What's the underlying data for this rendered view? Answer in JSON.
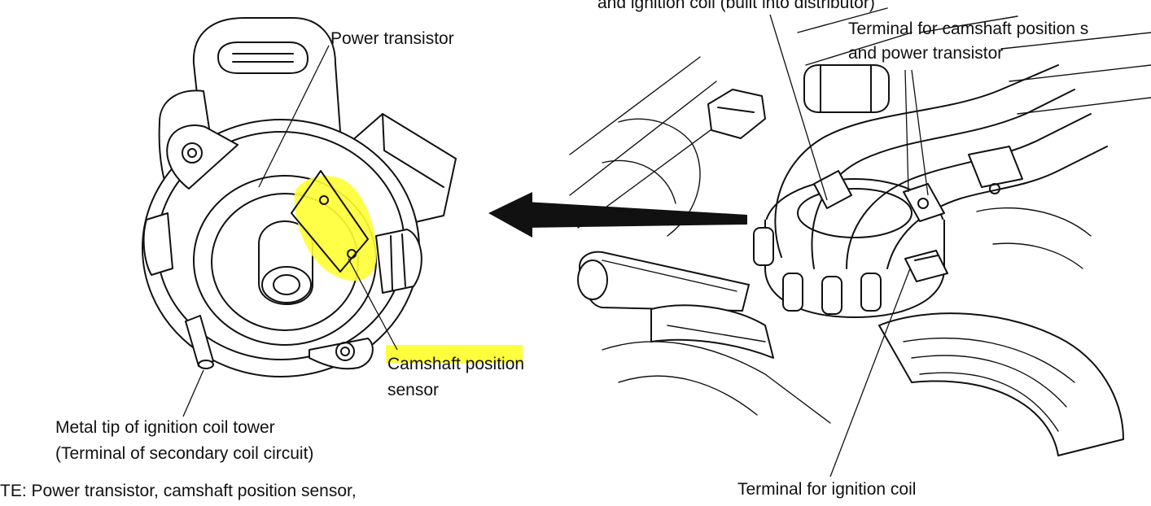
{
  "labels": {
    "top_cut_line": "and ignition coil (built into distributor)",
    "power_transistor": "Power transistor",
    "terminal_camshaft_line1": "Terminal for camshaft position s",
    "terminal_camshaft_line2": "and power transistor",
    "camshaft_sensor_line1": "Camshaft position",
    "camshaft_sensor_line2": "sensor",
    "metal_tip_line1": "Metal tip of ignition coil tower",
    "metal_tip_line2": "(Terminal of secondary coil circuit)",
    "note_line": "TE: Power transistor, camshaft position sensor,",
    "terminal_ignition_coil": "Terminal for ignition coil"
  },
  "colors": {
    "highlight": "#ffff33",
    "ink": "#111111",
    "background": "#ffffff"
  }
}
